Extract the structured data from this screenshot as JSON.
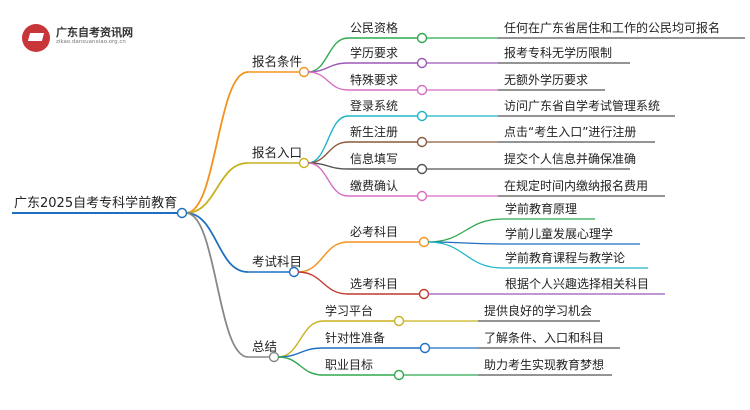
{
  "logo": {
    "title": "广东自考资讯网",
    "subtitle": "zikao.dansuanxiao.org.cn"
  },
  "mindmap": {
    "root": "广东2025自考专科学前教育",
    "branches": [
      {
        "label": "报名条件",
        "color": "#f4921e",
        "children": [
          {
            "label": "公民资格",
            "color": "#2fa84f",
            "detail": "任何在广东省居住和工作的公民均可报名"
          },
          {
            "label": "学历要求",
            "color": "#9b59b6",
            "detail": "报考专科无学历限制"
          },
          {
            "label": "特殊要求",
            "color": "#d86fc3",
            "detail": "无额外学历要求"
          }
        ]
      },
      {
        "label": "报名入口",
        "color": "#c9b21f",
        "children": [
          {
            "label": "登录系统",
            "color": "#1fb5c9",
            "detail": "访问广东省自学考试管理系统"
          },
          {
            "label": "新生注册",
            "color": "#8b5a3c",
            "detail": "点击“考生入口”进行注册"
          },
          {
            "label": "信息填写",
            "color": "#555555",
            "detail": "提交个人信息并确保准确"
          },
          {
            "label": "缴费确认",
            "color": "#d86fc3",
            "detail": "在规定时间内缴纳报名费用"
          }
        ]
      },
      {
        "label": "考试科目",
        "color": "#1f6fbf",
        "children": [
          {
            "label": "必考科目",
            "color": "#f4921e",
            "subchildren": [
              {
                "label": "学前教育原理",
                "color": "#2fa84f"
              },
              {
                "label": "学前儿童发展心理学",
                "color": "#1f6fbf"
              },
              {
                "label": "学前教育课程与教学论",
                "color": "#1fb5c9"
              }
            ]
          },
          {
            "label": "选考科目",
            "color": "#c0392b",
            "subchildren": [
              {
                "label": "根据个人兴趣选择相关科目",
                "color": "#9b59b6"
              }
            ]
          }
        ]
      },
      {
        "label": "总结",
        "color": "#888888",
        "children": [
          {
            "label": "学习平台",
            "color": "#c9b21f",
            "detail": "提供良好的学习机会"
          },
          {
            "label": "针对性准备",
            "color": "#1f6fbf",
            "detail": "了解条件、入口和科目"
          },
          {
            "label": "职业目标",
            "color": "#2fa84f",
            "detail": "助力考生实现教育梦想"
          }
        ]
      }
    ]
  }
}
